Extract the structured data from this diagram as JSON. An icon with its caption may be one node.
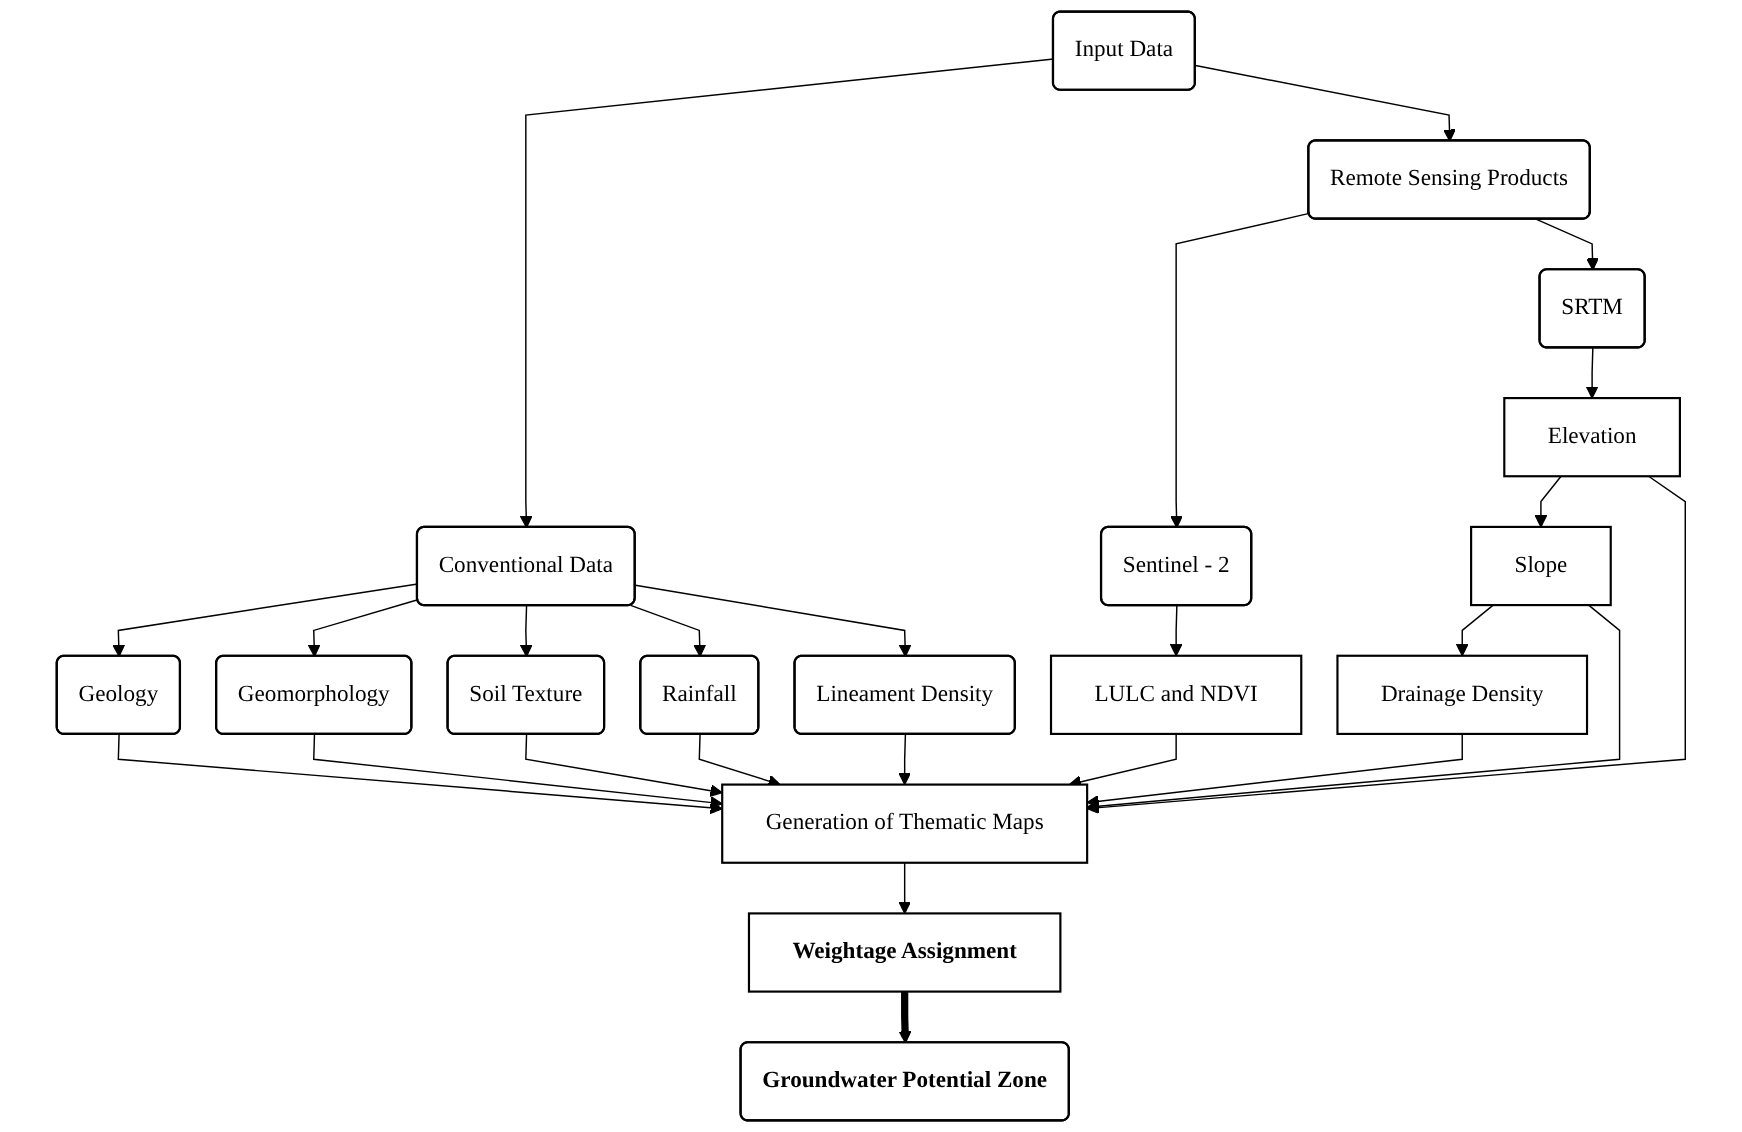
{
  "diagram": {
    "nodes": [
      {
        "text": [
          "Input Data"
        ]
      },
      {
        "text": [
          "Conventional Data"
        ]
      },
      {
        "text": [
          "Remote Sensing Products"
        ]
      },
      {
        "text": [
          "Geology"
        ]
      },
      {
        "text": [
          "Geomorphology"
        ]
      },
      {
        "text": [
          "Soil Texture"
        ]
      },
      {
        "text": [
          "Rainfall"
        ]
      },
      {
        "text": [
          "Lineament Density"
        ]
      },
      {
        "text": [
          "Sentinel - 2"
        ]
      },
      {
        "text": [
          "SRTM"
        ]
      },
      {
        "text": [
          "LULC and NDVI"
        ]
      },
      {
        "text": [
          "Generation of Thematic Maps"
        ]
      },
      {
        "text": [
          "Elevation"
        ]
      },
      {
        "text": [
          "Slope"
        ]
      },
      {
        "text": [
          "Drainage Density"
        ]
      },
      {
        "text": [
          "Weightage Assignment"
        ]
      },
      {
        "text": [
          "Groundwater Potential Zone"
        ]
      }
    ],
    "edges": [
      {
        "from": 0,
        "to": 1,
        "arrow": "to"
      },
      {
        "from": 0,
        "to": 2,
        "arrow": "to"
      },
      {
        "from": 1,
        "to": 3,
        "arrow": "to"
      },
      {
        "from": 1,
        "to": 4,
        "arrow": "to"
      },
      {
        "from": 1,
        "to": 5,
        "arrow": "to"
      },
      {
        "from": 1,
        "to": 6,
        "arrow": "to"
      },
      {
        "from": 1,
        "to": 7,
        "arrow": "to"
      },
      {
        "from": 2,
        "to": 8,
        "arrow": "to"
      },
      {
        "from": 2,
        "to": 9,
        "arrow": "to"
      },
      {
        "from": 8,
        "to": 10,
        "arrow": "to"
      },
      {
        "from": 9,
        "to": 12,
        "arrow": "to"
      },
      {
        "from": 12,
        "to": 13,
        "arrow": "to"
      },
      {
        "from": 13,
        "to": 14,
        "arrow": "to"
      },
      {
        "from": 10,
        "to": 11,
        "arrow": "to"
      },
      {
        "from": 3,
        "to": 11,
        "arrow": "to"
      },
      {
        "from": 4,
        "to": 11,
        "arrow": "to"
      },
      {
        "from": 5,
        "to": 11,
        "arrow": "to"
      },
      {
        "from": 6,
        "to": 11,
        "arrow": "to"
      },
      {
        "from": 7,
        "to": 11,
        "arrow": "to"
      },
      {
        "from": 12,
        "to": 11,
        "arrow": "to"
      },
      {
        "from": 13,
        "to": 11,
        "arrow": "to"
      },
      {
        "from": 14,
        "to": 11,
        "arrow": "to"
      },
      {
        "from": 11,
        "to": 15,
        "arrow": "to"
      },
      {
        "from": 15,
        "to": 16,
        "arrow": "to",
        "style": "thick"
      }
    ]
  }
}
